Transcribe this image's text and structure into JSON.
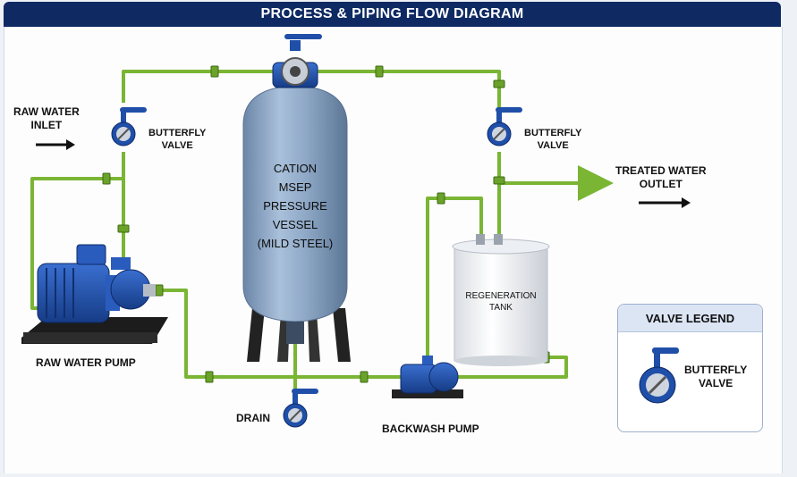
{
  "title": "PROCESS & PIPING FLOW DIAGRAM",
  "labels": {
    "raw_water_inlet": [
      "RAW WATER",
      "INLET"
    ],
    "butterfly_valve_left": [
      "BUTTERFLY",
      "VALVE"
    ],
    "butterfly_valve_right": [
      "BUTTERFLY",
      "VALVE"
    ],
    "vessel": [
      "CATION",
      "MSEP",
      "PRESSURE",
      "VESSEL",
      "(MILD STEEL)"
    ],
    "treated_water_outlet": [
      "TREATED WATER",
      "OUTLET"
    ],
    "regeneration_tank": [
      "REGENERATION",
      "TANK"
    ],
    "raw_water_pump": "RAW WATER PUMP",
    "drain": "DRAIN",
    "backwash_pump": "BACKWASH PUMP"
  },
  "legend": {
    "title": "VALVE LEGEND",
    "item": [
      "BUTTERFLY",
      "VALVE"
    ]
  },
  "colors": {
    "pipe": "#7ab534",
    "pipe_dark": "#4f7f1c",
    "equipment_blue": "#1f4fa8",
    "vessel": "#8fa9c7",
    "title_bar": "#0f2a63"
  }
}
